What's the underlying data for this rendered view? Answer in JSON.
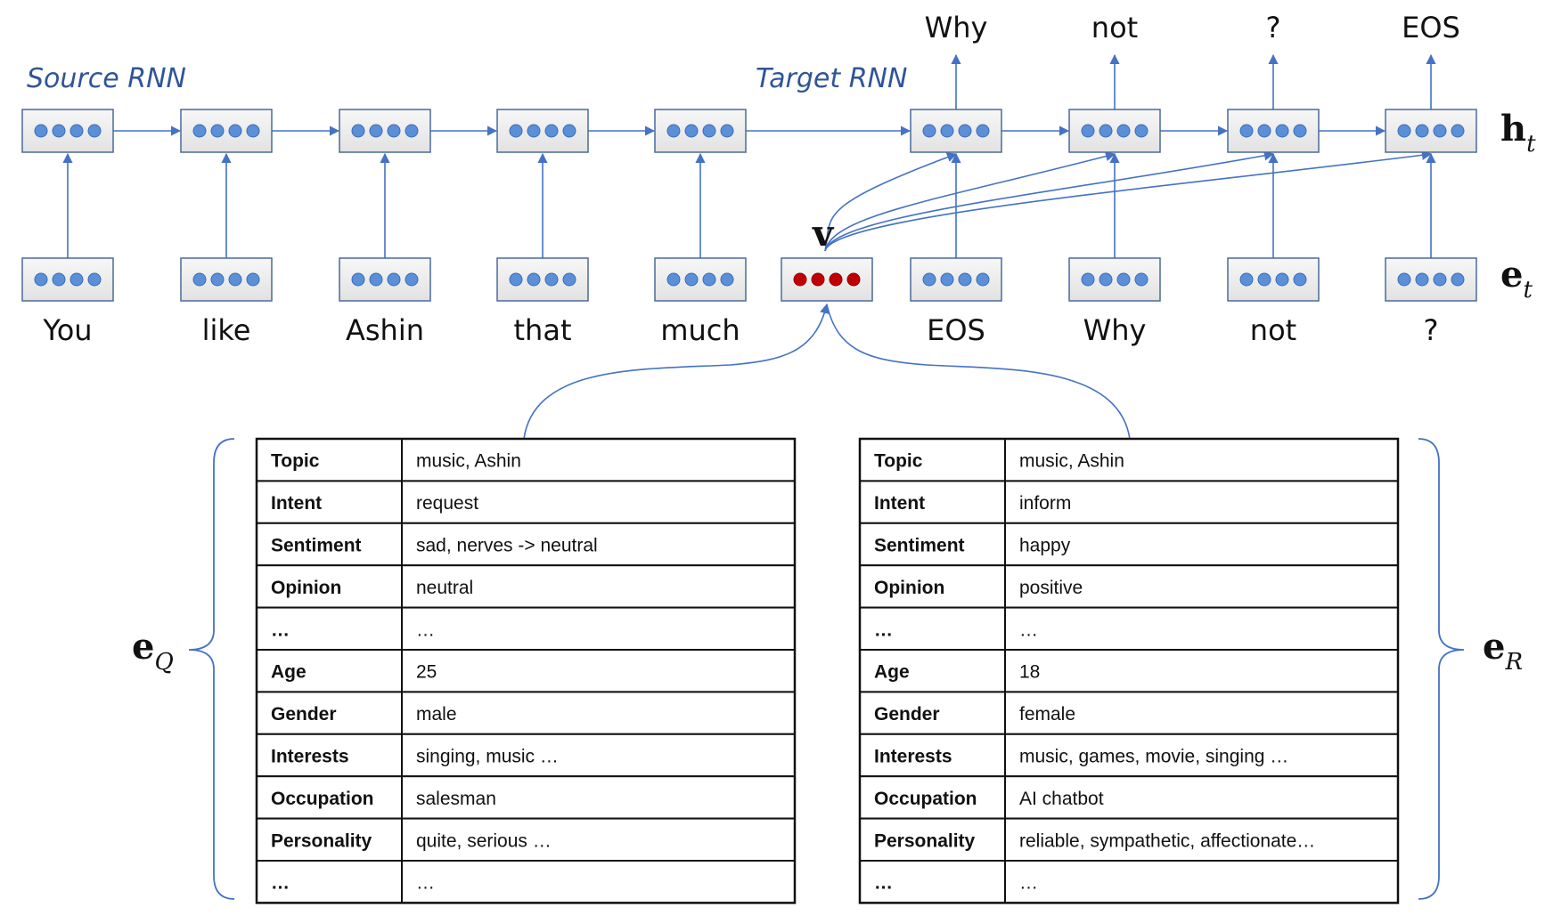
{
  "source_label": "Source RNN",
  "target_label": "Target RNN",
  "source_words": [
    "You",
    "like",
    "Ashin",
    "that",
    "much"
  ],
  "target_inputs": [
    "EOS",
    "Why",
    "not",
    "?"
  ],
  "target_outputs": [
    "Why",
    "not",
    "?",
    "EOS"
  ],
  "v_label": "v",
  "h_label": {
    "main": "h",
    "sub": "t"
  },
  "e_label": {
    "main": "e",
    "sub": "t"
  },
  "eq_label": {
    "main": "e",
    "sub": "Q"
  },
  "er_label": {
    "main": "e",
    "sub": "R"
  },
  "colors": {
    "accent": "#4472c4",
    "label": "#2f5597",
    "cell_fill": "#eeeeee",
    "cell_stroke": "#4a6a9b",
    "dot": "#5b8fd8",
    "persona_dot": "#c00000"
  },
  "table_q": [
    [
      "Topic",
      "music, Ashin"
    ],
    [
      "Intent",
      "request"
    ],
    [
      "Sentiment",
      "sad, nerves -> neutral"
    ],
    [
      "Opinion",
      "neutral"
    ],
    [
      "…",
      "…"
    ],
    [
      "Age",
      "25"
    ],
    [
      "Gender",
      "male"
    ],
    [
      "Interests",
      "singing, music …"
    ],
    [
      "Occupation",
      "salesman"
    ],
    [
      "Personality",
      "quite, serious …"
    ],
    [
      "…",
      "…"
    ]
  ],
  "table_r": [
    [
      "Topic",
      "music, Ashin"
    ],
    [
      "Intent",
      "inform"
    ],
    [
      "Sentiment",
      "happy"
    ],
    [
      "Opinion",
      "positive"
    ],
    [
      "…",
      "…"
    ],
    [
      "Age",
      "18"
    ],
    [
      "Gender",
      "female"
    ],
    [
      "Interests",
      "music, games, movie, singing …"
    ],
    [
      "Occupation",
      "AI chatbot"
    ],
    [
      "Personality",
      "reliable, sympathetic, affectionate…"
    ],
    [
      "…",
      "…"
    ]
  ]
}
